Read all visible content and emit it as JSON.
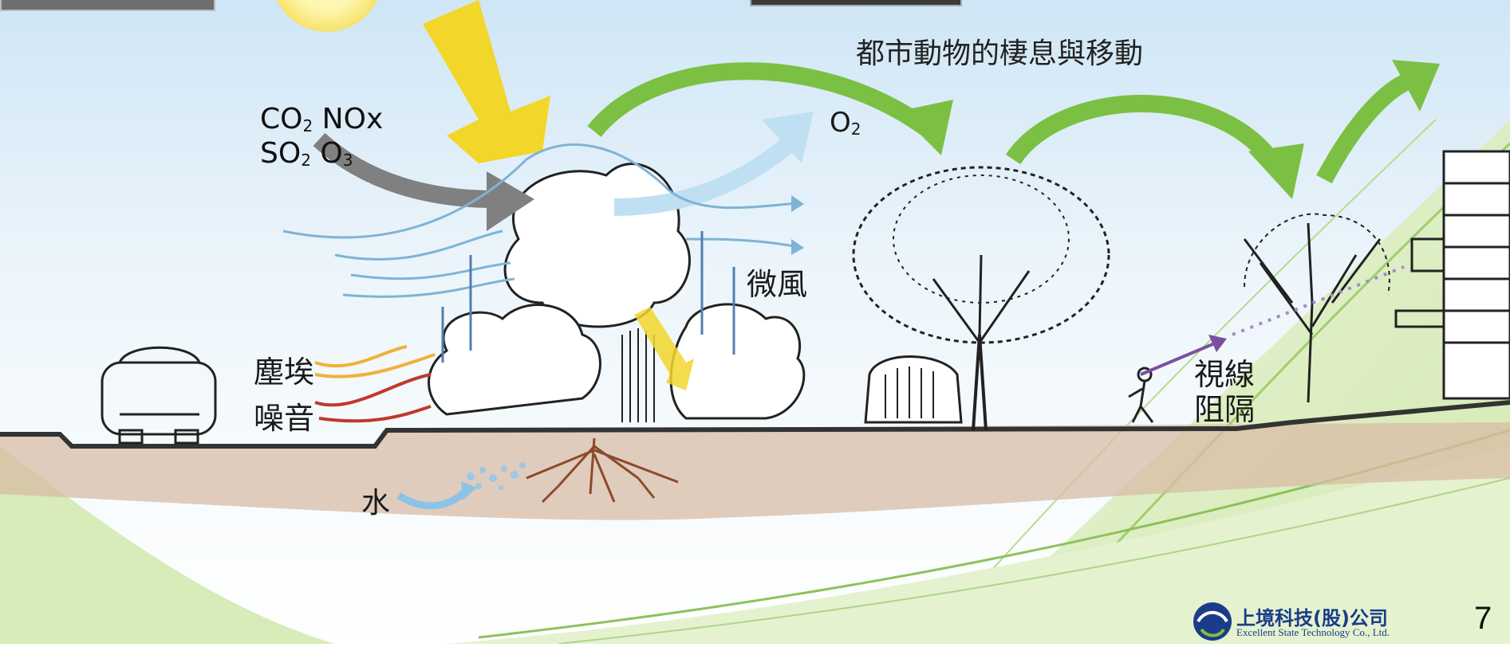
{
  "diagram": {
    "title": "都市動物的棲息與移動",
    "chem_line1": [
      "CO",
      "2",
      "NOx"
    ],
    "chem_line2": [
      "SO",
      "2",
      "O",
      "3"
    ],
    "o2_label": [
      "O",
      "2"
    ],
    "dust": "塵埃",
    "noise": "噪音",
    "wind": "微風",
    "water": "水",
    "sight_line1": "視線",
    "sight_line2": "阻隔"
  },
  "footer": {
    "company_cn": "上境科技(股)公司",
    "company_en": "Excellent State Technology Co., Ltd.",
    "page_number": "7"
  },
  "colors": {
    "sun_arrow": "#f2d62a",
    "pollution_arrow": "#7a7a7a",
    "green_arrow": "#7cc043",
    "wind_blue": "#7fb3d5",
    "dust_orange": "#f0b13a",
    "noise_red": "#c0392b",
    "root_brown": "#8b4a2b",
    "soil": "#c9a58a",
    "sight_purple": "#7b4fa0",
    "logo_blue": "#1b3c8a"
  }
}
